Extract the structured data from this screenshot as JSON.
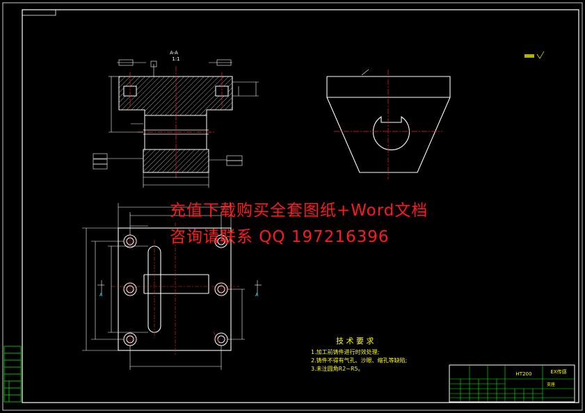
{
  "watermark": {
    "line1": "充值下载购买全套图纸+Word文档",
    "line2": "咨询请联系  QQ 197216396"
  },
  "section": {
    "label": "A-A",
    "scale": "1:1"
  },
  "tech": {
    "title": "技 术 要 求",
    "items": [
      "1.加工前铸件进行时效处理;",
      "2.铸件不得有气孔、沙眼、缩孔等缺陷;",
      "3.未注圆角R2~R5。"
    ]
  },
  "titleblock": {
    "material": "HT200",
    "name": "EX传感",
    "part": "支座"
  },
  "colors": {
    "frame": "#ffffff",
    "geometry": "#ffffff",
    "centerline": "#ff2020",
    "hatch": "#d0d0d0",
    "text": "#ffff00",
    "title_text": "#00ffff",
    "table_lines": "#00ff00",
    "watermark": "#ff1a1a"
  }
}
